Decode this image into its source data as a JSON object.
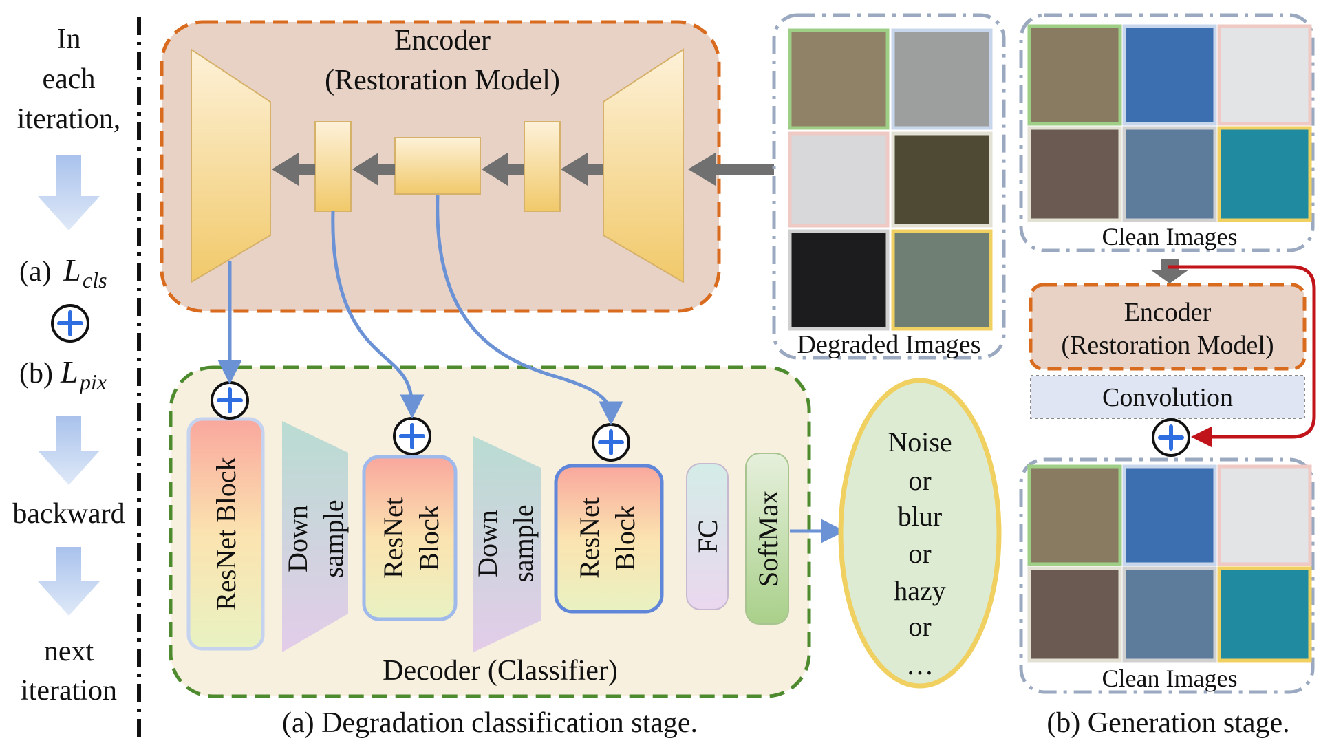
{
  "left_column": {
    "in_each": "In",
    "each": "each",
    "iteration": "iteration,",
    "loss_a_prefix": "(a)",
    "loss_a_symbol": "L",
    "loss_a_sub": "cls",
    "loss_b_prefix": "(b)",
    "loss_b_symbol": "L",
    "loss_b_sub": "pix",
    "backward": "backward",
    "next": "next",
    "next_iteration": "iteration"
  },
  "encoder": {
    "title_line1": "Encoder",
    "title_line2": "(Restoration Model)"
  },
  "decoder": {
    "title": "Decoder (Classifier)",
    "resnet_block_1": "ResNet Block",
    "downsample_1_line1": "Down",
    "downsample_1_line2": "sample",
    "resnet_block_2_line1": "ResNet",
    "resnet_block_2_line2": "Block",
    "downsample_2_line1": "Down",
    "downsample_2_line2": "sample",
    "resnet_block_3_line1": "ResNet",
    "resnet_block_3_line2": "Block",
    "fc": "FC",
    "softmax": "SoftMax"
  },
  "output_oval": {
    "line1": "Noise",
    "line2": "or",
    "line3": "blur",
    "line4": "or",
    "line5": "hazy",
    "line6": "or",
    "line7": "…"
  },
  "degraded_images": {
    "label": "Degraded Images"
  },
  "clean_images_top": {
    "label": "Clean Images"
  },
  "generation": {
    "encoder_line1": "Encoder",
    "encoder_line2": "(Restoration Model)",
    "convolution": "Convolution",
    "clean_images_label": "Clean Images"
  },
  "captions": {
    "stage_a": "(a) Degradation classification stage.",
    "stage_b": "(b) Generation stage."
  },
  "colors": {
    "encoder_bg": "#e8d2c6",
    "encoder_border": "#d96b1e",
    "decoder_bg": "#f7f0df",
    "decoder_border": "#4e8a2e",
    "oval_bg": "#dcebd2",
    "oval_border": "#f0d060",
    "blue_arrow": "#6c92d6",
    "red_arrow": "#c0141a",
    "gray_arrow": "#707070",
    "dashdot_border": "#9aa8c0"
  }
}
